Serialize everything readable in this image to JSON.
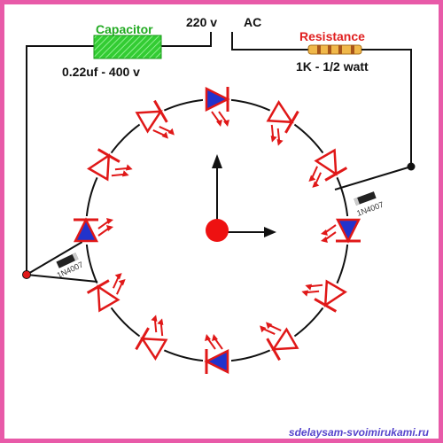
{
  "labels": {
    "capacitor_title": "Capacitor",
    "capacitor_value": "0.22uf - 400 v",
    "supply_voltage": "220 v",
    "supply_type": "AC",
    "resistance_title": "Resistance",
    "resistance_value": "1K - 1/2 watt",
    "rectifier_right": "1N4007",
    "rectifier_left": "1N4007",
    "watermark": "sdelaysam-svoimirukami.ru"
  },
  "colors": {
    "frame": "#e85aa8",
    "wire": "#111111",
    "led_outline": "#e01818",
    "led_fill_on": "#2233cc",
    "capacitor_fill": "#33cc33",
    "capacitor_text": "#22aa22",
    "resistance_text": "#e02020",
    "resistor_body": "#f0b84a",
    "center_dot": "#ee1111",
    "watermark": "#5544cc"
  },
  "leds": [
    {
      "id": "led-1",
      "lit": true
    },
    {
      "id": "led-2",
      "lit": false
    },
    {
      "id": "led-3",
      "lit": false
    },
    {
      "id": "led-4",
      "lit": true
    },
    {
      "id": "led-5",
      "lit": false
    },
    {
      "id": "led-6",
      "lit": false
    },
    {
      "id": "led-7",
      "lit": true
    },
    {
      "id": "led-8",
      "lit": false
    },
    {
      "id": "led-9",
      "lit": false
    },
    {
      "id": "led-10",
      "lit": true
    },
    {
      "id": "led-11",
      "lit": false
    },
    {
      "id": "led-12",
      "lit": false
    }
  ]
}
